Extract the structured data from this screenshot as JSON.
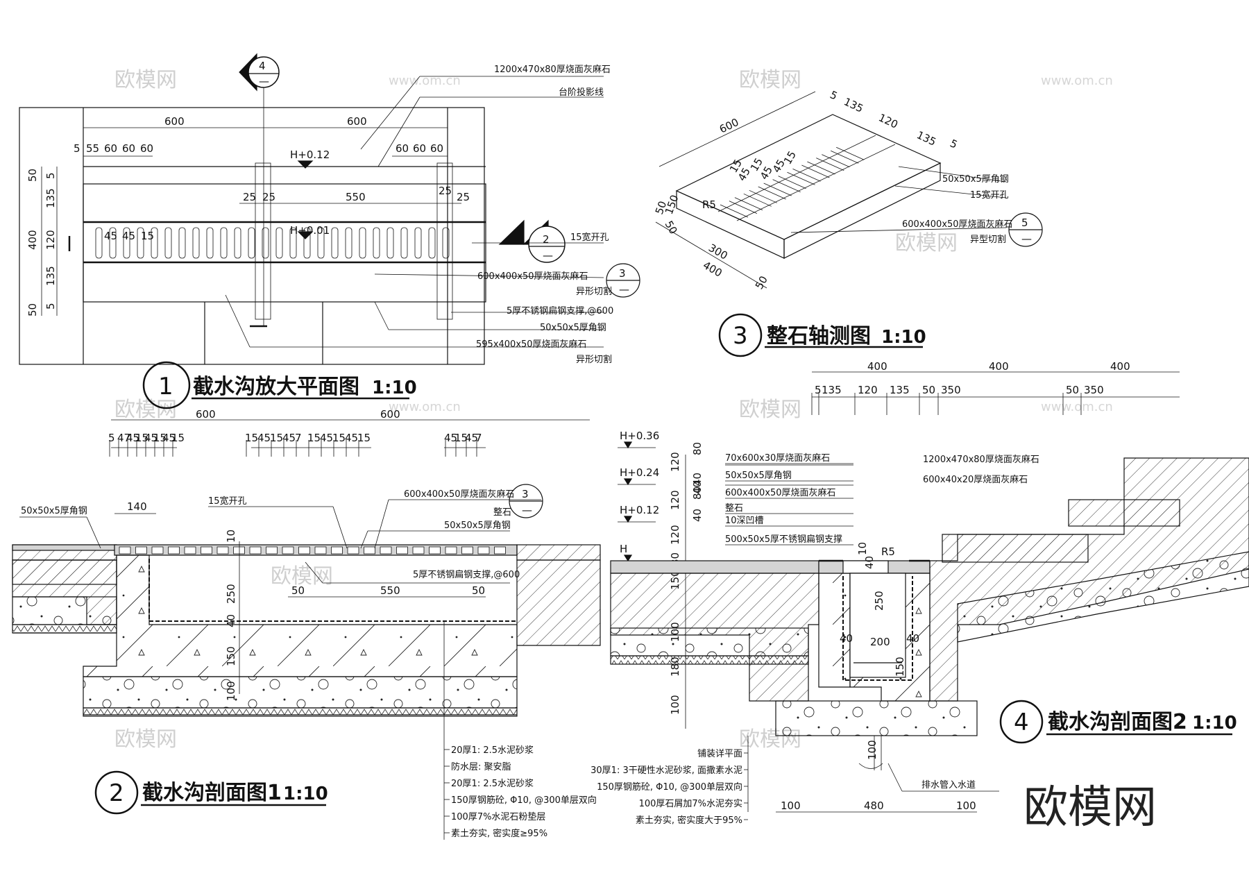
{
  "watermarks": {
    "main": "欧模网",
    "url": "www.om.cn",
    "brand": "欧模网"
  },
  "views": {
    "v1": {
      "num": "1",
      "title": "截水沟放大平面图",
      "scale": "1:10"
    },
    "v2": {
      "num": "2",
      "title": "截水沟剖面图1",
      "scale": "1:10"
    },
    "v3": {
      "num": "3",
      "title": "整石轴测图",
      "scale": "1:10"
    },
    "v4": {
      "num": "4",
      "title": "截水沟剖面图2",
      "scale": "1:10"
    }
  },
  "markers": {
    "m4": {
      "top": "4",
      "bottom": "—"
    },
    "m2": {
      "top": "2",
      "bottom": "—"
    },
    "m3a": {
      "top": "3",
      "bottom": "—"
    },
    "m3b": {
      "top": "3",
      "bottom": "—"
    },
    "m5": {
      "top": "5",
      "bottom": "—"
    }
  },
  "plan": {
    "dims_top": [
      "600",
      "600"
    ],
    "dims_sub_left": [
      "5",
      "55",
      "60",
      "60",
      "60"
    ],
    "dims_sub_right": [
      "60",
      "60",
      "60"
    ],
    "dims_left": [
      "50",
      "5",
      "135",
      "400",
      "120",
      "135",
      "5",
      "50"
    ],
    "dims_inner": [
      "25",
      "25",
      "550",
      "25",
      "25"
    ],
    "dims_slots": [
      "45",
      "45",
      "15"
    ],
    "levels": [
      "H+0.12",
      "H+0.01"
    ],
    "labels": [
      "1200x470x80厚烧面灰麻石",
      "台阶投影线",
      "15宽开孔",
      "600x400x50厚烧面灰麻石",
      "异形切割",
      "5厚不锈钢扁钢支撑,@600",
      "50x50x5厚角钢",
      "595x400x50厚烧面灰麻石",
      "异形切割"
    ]
  },
  "iso": {
    "dims": [
      "600",
      "5",
      "135",
      "120",
      "135",
      "5",
      "15",
      "45",
      "15",
      "45",
      "45",
      "15",
      "R5",
      "50",
      "150",
      "50",
      "300",
      "400",
      "50"
    ],
    "labels": [
      "50x50x5厚角钢",
      "15宽开孔",
      "600x400x50厚烧面灰麻石",
      "异型切割"
    ]
  },
  "sec1": {
    "dims_top": [
      "600",
      "600"
    ],
    "dims_top_sub_a": [
      "5",
      "47",
      "45",
      "15",
      "45",
      "15",
      "45",
      "15"
    ],
    "dims_top_sub_b": [
      "15",
      "45",
      "15",
      "45",
      "7",
      "15",
      "45",
      "15",
      "45",
      "15"
    ],
    "dims_top_sub_c": [
      "45",
      "15",
      "45",
      "7"
    ],
    "dims_mid": [
      "140",
      "10",
      "250",
      "40",
      "150",
      "100"
    ],
    "dims_bar": [
      "50",
      "550",
      "50"
    ],
    "labels": [
      "50x50x5厚角钢",
      "15宽开孔",
      "600x400x50厚烧面灰麻石",
      "整石",
      "50x50x5厚角钢",
      "5厚不锈钢扁钢支撑,@600"
    ],
    "layers": [
      "20厚1: 2.5水泥砂浆",
      "防水层: 聚安脂",
      "20厚1: 2.5水泥砂浆",
      "150厚钢筋砼, Φ10, @300单层双向",
      "100厚7%水泥石粉垫层",
      "素土夯实, 密实度≥95%"
    ]
  },
  "sec2": {
    "dims_top": [
      "400",
      "400",
      "400"
    ],
    "dims_top_sub": [
      "5",
      "135",
      "120",
      "135",
      "50",
      "350",
      "50",
      "350"
    ],
    "levels": [
      "H+0.36",
      "H+0.24",
      "H+0.12",
      "H"
    ],
    "dims_left": [
      "120",
      "80",
      "40",
      "120",
      "40",
      "80",
      "40",
      "120",
      "30",
      "150",
      "100",
      "180",
      "100"
    ],
    "dims_inner": [
      "10",
      "40",
      "R5",
      "250",
      "40",
      "200",
      "40",
      "150"
    ],
    "dims_bottom": [
      "100",
      "480",
      "100"
    ],
    "dim_pipe": "100",
    "labels": [
      "70x600x30厚烧面灰麻石",
      "50x50x5厚角钢",
      "600x400x50厚烧面灰麻石",
      "整石",
      "10深凹槽",
      "500x50x5厚不锈钢扁钢支撑",
      "1200x470x80厚烧面灰麻石",
      "600x40x20厚烧面灰麻石",
      "排水管入水道"
    ],
    "layers": [
      "铺装详平面",
      "30厚1: 3干硬性水泥砂浆, 面撒素水泥",
      "150厚钢筋砼, Φ10, @300单层双向",
      "100厚石屑加7%水泥夯实",
      "素土夯实, 密实度大于95%"
    ]
  }
}
